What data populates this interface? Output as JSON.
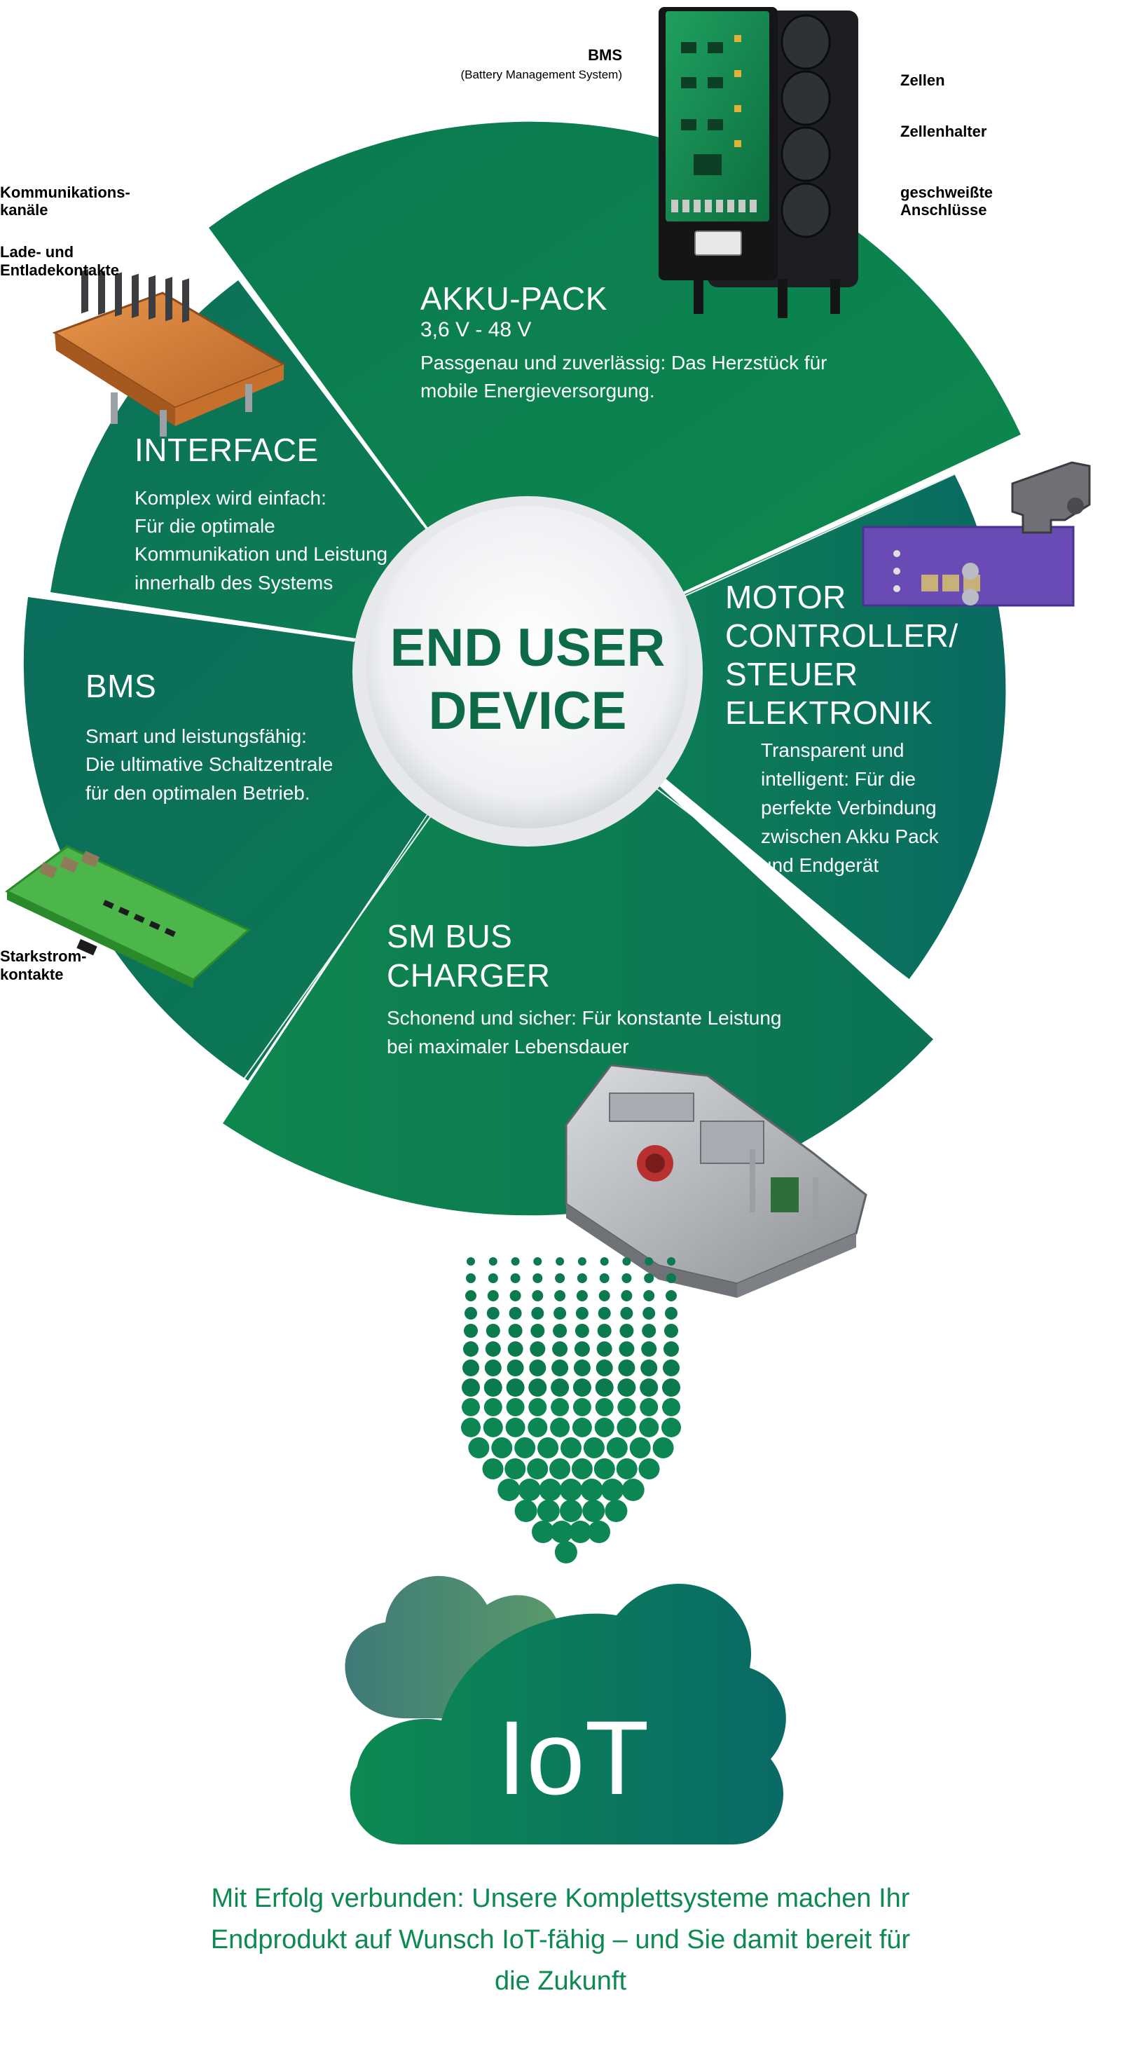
{
  "center": {
    "line1": "END USER",
    "line2": "DEVICE"
  },
  "segments": {
    "akku": {
      "title": "AKKU-PACK",
      "subtitle": "3,6 V - 48 V",
      "body": [
        "Passgenau und zuverlässig: Das Herzstück für",
        "mobile Energieversorgung."
      ]
    },
    "interface": {
      "title": "INTERFACE",
      "body": [
        "Komplex wird einfach:",
        "Für die optimale",
        "Kommunikation und Leistung",
        "innerhalb des Systems"
      ]
    },
    "motor": {
      "title": [
        "MOTOR",
        "CONTROLLER/",
        "STEUER",
        "ELEKTRONIK"
      ],
      "body": [
        "Transparent und",
        "intelligent: Für die",
        "perfekte Verbindung",
        "zwischen Akku Pack",
        "und Endgerät"
      ]
    },
    "bms": {
      "title": "BMS",
      "body": [
        "Smart und leistungsfähig:",
        "Die ultimative Schaltzentrale",
        "für den optimalen Betrieb."
      ]
    },
    "charger": {
      "title": [
        "SM BUS",
        "CHARGER"
      ],
      "body": [
        "Schonend und sicher: Für konstante Leistung",
        "bei maximaler Lebensdauer"
      ]
    }
  },
  "callouts": {
    "bms": "BMS",
    "bms_full": "(Battery Management System)",
    "zellen": "Zellen",
    "zellenhalter": "Zellenhalter",
    "anschluesse": [
      "geschweißte",
      "Anschlüsse"
    ],
    "kommunikation": [
      "Kommunikations-",
      "kanäle"
    ],
    "ladekontakte": [
      "Lade- und",
      "Entladekontakte"
    ],
    "starkstrom": [
      "Starkstrom-",
      "kontakte"
    ]
  },
  "iot": {
    "label": "IoT"
  },
  "tagline": [
    "Mit Erfolg verbunden: Unsere Komplettsysteme machen Ihr",
    "Endprodukt auf Wunsch IoT-fähig – und Sie damit bereit für",
    "die Zukunft"
  ],
  "colors": {
    "green_dark": "#0a6e55",
    "green_mid": "#0c8352",
    "green_light": "#128a4e",
    "teal": "#0a6363",
    "tagline": "#0d8a52",
    "center_text": "#0d6b47"
  }
}
